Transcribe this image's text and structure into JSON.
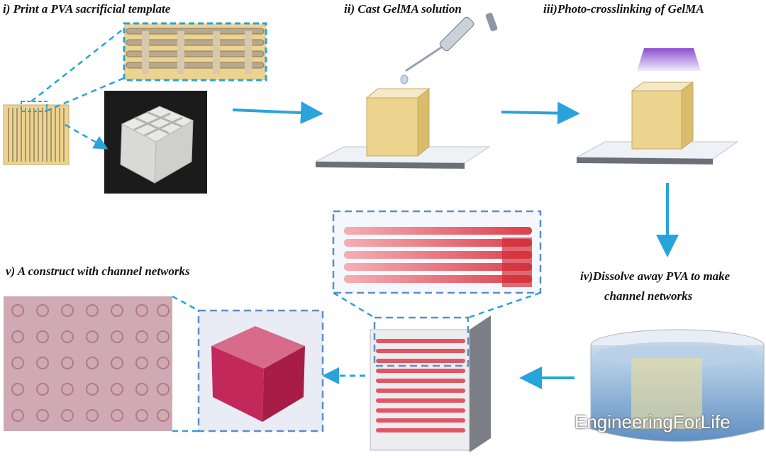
{
  "steps": {
    "step1": "i) Print a PVA sacrificial template",
    "step2": "ii) Cast GelMA solution",
    "step3": "iii)Photo-crosslinking of GelMA",
    "step4_line1": "iv)Dissolve away PVA to make",
    "step4_line2": "channel networks",
    "step5": "v) A construct with channel networks"
  },
  "watermark": "EngineeringForLife",
  "colors": {
    "arrow": "#29a3db",
    "gel": "#ecd48f",
    "pva_strand": "#c8b49a",
    "channel_red": "#e2303c",
    "uv_light": "#9a5fd6",
    "water": "#9fc2e0",
    "background": "#ffffff"
  },
  "icons": [
    "pipette-icon",
    "uv-lamp-icon",
    "beaker-icon",
    "wechat-logo-icon"
  ]
}
